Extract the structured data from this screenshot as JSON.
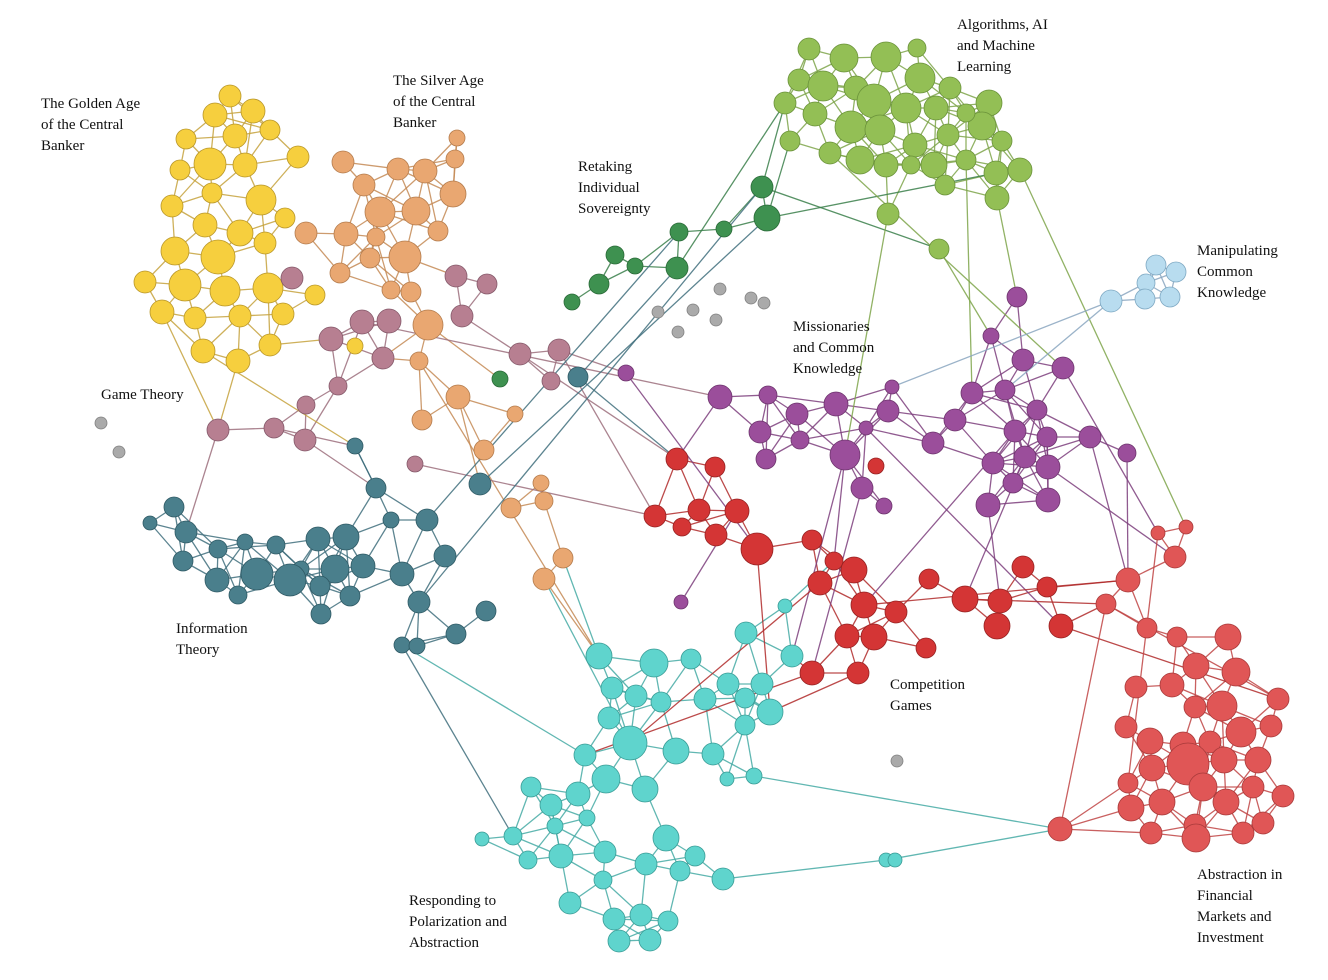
{
  "clusters": [
    {
      "id": "golden",
      "label": "The Golden Age\nof the Central\nBanker",
      "color": "#f6cf3e",
      "stroke": "#b8962a",
      "edge": "#c6a23d"
    },
    {
      "id": "silver",
      "label": "The Silver Age\nof the Central\nBanker",
      "color": "#e9a771",
      "stroke": "#b47c4d",
      "edge": "#c48a55"
    },
    {
      "id": "game",
      "label": "Game Theory",
      "color": "#b77f91",
      "stroke": "#85596a",
      "edge": "#9c6f7c"
    },
    {
      "id": "info",
      "label": "Information\nTheory",
      "color": "#4a7f8c",
      "stroke": "#2f5a65",
      "edge": "#3f6f7c"
    },
    {
      "id": "sovereign",
      "label": "Retaking\nIndividual\nSovereignty",
      "color": "#3e9150",
      "stroke": "#2a6a38",
      "edge": "#3a7f4a"
    },
    {
      "id": "algo",
      "label": "Algorithms, AI\nand Machine\nLearning",
      "color": "#93bf55",
      "stroke": "#6a923a",
      "edge": "#7ea44a"
    },
    {
      "id": "manip",
      "label": "Manipulating\nCommon\nKnowledge",
      "color": "#b8dcef",
      "stroke": "#7fa9c3",
      "edge": "#8aa6bf"
    },
    {
      "id": "mission",
      "label": "Missionaries\nand Common\nKnowledge",
      "color": "#9b4e9b",
      "stroke": "#6d346d",
      "edge": "#7d3e7d"
    },
    {
      "id": "competition",
      "label": "Competition\nGames",
      "color": "#d43535",
      "stroke": "#962222",
      "edge": "#b02a2a"
    },
    {
      "id": "abstraction",
      "label": "Abstraction in\nFinancial\nMarkets and\nInvestment",
      "color": "#e05656",
      "stroke": "#a83a3a",
      "edge": "#c04444"
    },
    {
      "id": "polarization",
      "label": "Responding to\nPolarization and\nAbstraction",
      "color": "#5fd4cd",
      "stroke": "#3a9c96",
      "edge": "#45aaa4"
    },
    {
      "id": "isolated",
      "label": "",
      "color": "#aaaaaa",
      "stroke": "#808080",
      "edge": "#999999"
    }
  ]
}
